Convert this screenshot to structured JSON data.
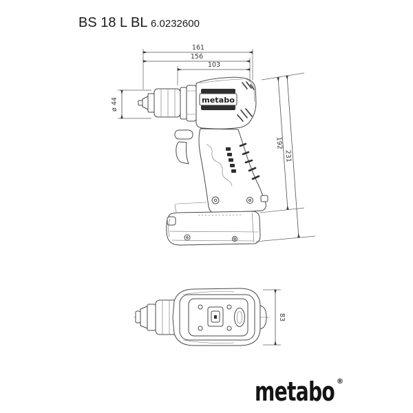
{
  "header": {
    "model": "BS 18 L BL",
    "article_number": "6.0232600"
  },
  "dimensions": {
    "length_total": "161",
    "length_secondary": "156",
    "housing_length": "103",
    "chuck_diameter": "ø 44",
    "height_to_handle": "192",
    "height_total": "231",
    "width": "83"
  },
  "tool_branding": "metabo",
  "logo": {
    "text": "metabo",
    "registered": "®"
  },
  "colors": {
    "background": "#ffffff",
    "drawing_line": "#474747",
    "dimension_line": "#4f4f4f",
    "text": "#1b1b1b",
    "logo": "#141414"
  }
}
